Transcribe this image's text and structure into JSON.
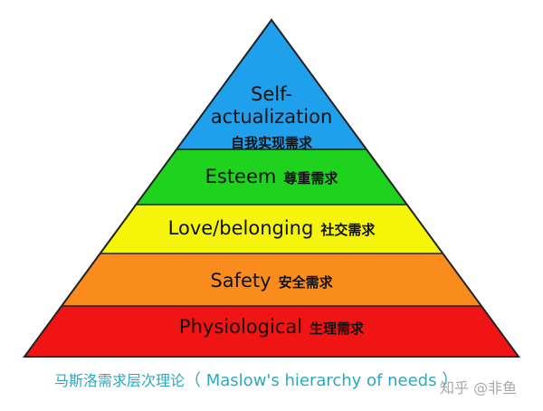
{
  "levels": [
    {
      "en": "Self-",
      "en2": "actualization",
      "cn": "自我实现需求",
      "color": "#1ea0ec"
    },
    {
      "en": "Esteem",
      "cn": "尊重需求",
      "color": "#1ed21e"
    },
    {
      "en": "Love/belonging",
      "cn": "社交需求",
      "color": "#f5f50a"
    },
    {
      "en": "Safety",
      "cn": "安全需求",
      "color": "#fa8c1e"
    },
    {
      "en": "Physiological",
      "cn": "生理需求",
      "color": "#f01414"
    }
  ],
  "caption": {
    "cn": "马斯洛需求层次理论",
    "en": "（ Maslow's hierarchy of needs ）"
  },
  "watermark": "知乎 @非鱼"
}
